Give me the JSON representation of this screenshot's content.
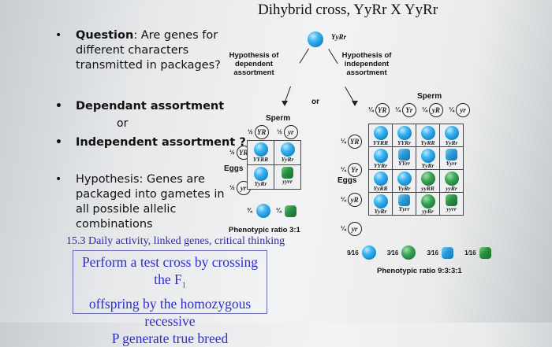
{
  "slide": {
    "title": "Dihybrid cross, YyRr  X  YyRr",
    "bullets": [
      {
        "bold": "Question",
        "text": ": Are genes for different characters transmitted in packages?"
      },
      {
        "bold": "",
        "text": "Dependant assortment",
        "all_bold": true
      },
      {
        "bold": "",
        "text": "Independent assortment ?",
        "all_bold": true
      },
      {
        "bold": "",
        "text": "Hypothesis: Genes are packaged into gametes in all possible allelic combinations"
      }
    ],
    "or_label": "or",
    "subtitle": "15.3 Daily activity, linked genes, critical thinking",
    "note_box": {
      "line1": "Perform a test cross by crossing the F",
      "line1_sub": "1",
      "line2": "offspring by the homozygous recessive",
      "line3": "P generate true breed"
    }
  },
  "diagram": {
    "parent_label": "YyRr",
    "hypothesis_dependent": [
      "Hypothesis of",
      "dependent",
      "assortment"
    ],
    "hypothesis_independent": [
      "Hypothesis of",
      "independent",
      "assortment"
    ],
    "or_label": "or",
    "dependent": {
      "sperm_label": "Sperm",
      "eggs_label": "Eggs",
      "sperm": [
        {
          "frac": "½",
          "allele": "YR"
        },
        {
          "frac": "½",
          "allele": "yr"
        }
      ],
      "eggs": [
        {
          "frac": "½",
          "allele": "YR"
        },
        {
          "frac": "½",
          "allele": "yr"
        }
      ],
      "grid": [
        [
          {
            "geno": "YYRR",
            "pheno": "yellow-round"
          },
          {
            "geno": "YyRr",
            "pheno": "yellow-round"
          }
        ],
        [
          {
            "geno": "YyRr",
            "pheno": "yellow-round"
          },
          {
            "geno": "yyrr",
            "pheno": "green-wrinkled"
          }
        ]
      ],
      "phenotypes": [
        {
          "frac": "¾",
          "pheno": "yellow-round"
        },
        {
          "frac": "¼",
          "pheno": "green-wrinkled"
        }
      ],
      "ratio_label": "Phenotypic ratio 3:1"
    },
    "independent": {
      "sperm_label": "Sperm",
      "eggs_label": "Eggs",
      "sperm": [
        {
          "frac": "¼",
          "allele": "YR"
        },
        {
          "frac": "¼",
          "allele": "Yr"
        },
        {
          "frac": "¼",
          "allele": "yR"
        },
        {
          "frac": "¼",
          "allele": "yr"
        }
      ],
      "eggs": [
        {
          "frac": "¼",
          "allele": "YR"
        },
        {
          "frac": "¼",
          "allele": "Yr"
        },
        {
          "frac": "¼",
          "allele": "yR"
        },
        {
          "frac": "¼",
          "allele": "yr"
        }
      ],
      "grid": [
        [
          {
            "geno": "YYRR",
            "pheno": "yellow-round"
          },
          {
            "geno": "YYRr",
            "pheno": "yellow-round"
          },
          {
            "geno": "YyRR",
            "pheno": "yellow-round"
          },
          {
            "geno": "YyRr",
            "pheno": "yellow-round"
          }
        ],
        [
          {
            "geno": "YYRr",
            "pheno": "yellow-round"
          },
          {
            "geno": "YYrr",
            "pheno": "yellow-wrinkled"
          },
          {
            "geno": "YyRr",
            "pheno": "yellow-round"
          },
          {
            "geno": "Yyrr",
            "pheno": "yellow-wrinkled"
          }
        ],
        [
          {
            "geno": "YyRR",
            "pheno": "yellow-round"
          },
          {
            "geno": "YyRr",
            "pheno": "yellow-round"
          },
          {
            "geno": "yyRR",
            "pheno": "green-round"
          },
          {
            "geno": "yyRr",
            "pheno": "green-round"
          }
        ],
        [
          {
            "geno": "YyRr",
            "pheno": "yellow-round"
          },
          {
            "geno": "Yyrr",
            "pheno": "yellow-wrinkled"
          },
          {
            "geno": "yyRr",
            "pheno": "green-round"
          },
          {
            "geno": "yyrr",
            "pheno": "green-wrinkled"
          }
        ]
      ],
      "phenotypes": [
        {
          "frac": "9⁄16",
          "pheno": "yellow-round"
        },
        {
          "frac": "3⁄16",
          "pheno": "green-round"
        },
        {
          "frac": "3⁄16",
          "pheno": "yellow-wrinkled"
        },
        {
          "frac": "1⁄16",
          "pheno": "green-wrinkled"
        }
      ],
      "ratio_label": "Phenotypic ratio 9:3:3:1"
    }
  }
}
